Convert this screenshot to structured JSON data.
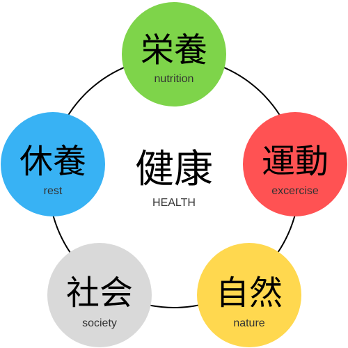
{
  "center": {
    "kanji": "健康",
    "english": "HEALTH"
  },
  "nodes": [
    {
      "key": "nutrition",
      "kanji": "栄養",
      "english": "nutrition",
      "color": "#7ED44A"
    },
    {
      "key": "exercise",
      "kanji": "運動",
      "english": "excercise",
      "color": "#FF5253"
    },
    {
      "key": "nature",
      "kanji": "自然",
      "english": "nature",
      "color": "#FFD84F"
    },
    {
      "key": "society",
      "kanji": "社会",
      "english": "society",
      "color": "#D9D9D9"
    },
    {
      "key": "rest",
      "kanji": "休養",
      "english": "rest",
      "color": "#38B2F4"
    }
  ],
  "colors": {
    "ring": "#000000",
    "text": "#000000",
    "subtext": "#333333"
  }
}
